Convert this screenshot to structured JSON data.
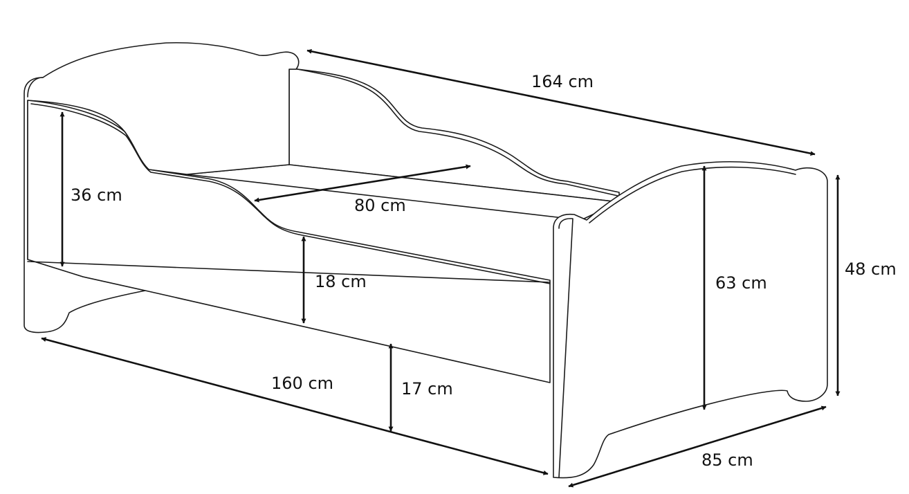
{
  "colors": {
    "line": "#1a1a1a",
    "background": "#ffffff"
  },
  "dimensions": {
    "overall_length": "164 cm",
    "inner_length": "160 cm",
    "mattress_width": "80 cm",
    "overall_width": "85 cm",
    "guard_height": "36 cm",
    "side_height": "18 cm",
    "clearance": "17 cm",
    "headboard_height": "63 cm",
    "footboard_height": "48 cm"
  }
}
